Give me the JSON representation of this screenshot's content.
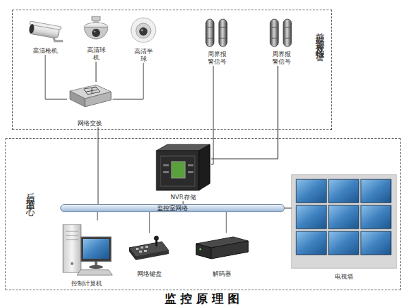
{
  "diagram": {
    "caption": "监 控 原 理 图",
    "nodes": [
      {
        "text": [
          "前端监控及报警"
        ]
      },
      {
        "text": [
          "高清枪机"
        ],
        "in": 0
      },
      {
        "text": [
          "高清球 机"
        ],
        "in": 0
      },
      {
        "text": [
          "高清半 球"
        ],
        "in": 0
      },
      {
        "text": [
          "周界报 警信号"
        ],
        "in": 0
      },
      {
        "text": [
          "周界报 警信号"
        ],
        "in": 0
      },
      {
        "text": [
          "网络交换"
        ],
        "in": 0
      },
      {
        "text": [
          "后端监中心"
        ]
      },
      {
        "text": [
          "NVR存储"
        ],
        "in": 7
      },
      {
        "text": [
          "监控室网络"
        ],
        "in": 7
      },
      {
        "text": [
          "控制计算机"
        ],
        "in": 7
      },
      {
        "text": [
          "网络键盘"
        ],
        "in": 7
      },
      {
        "text": [
          "解码器"
        ],
        "in": 7
      },
      {
        "text": [
          "电视墙"
        ],
        "in": 7
      }
    ],
    "edges": [
      {
        "from": 1,
        "to": 6,
        "arrow": "none"
      },
      {
        "from": 2,
        "to": 6,
        "arrow": "none"
      },
      {
        "from": 3,
        "to": 6,
        "arrow": "none"
      },
      {
        "from": 6,
        "to": 9,
        "arrow": "none"
      },
      {
        "from": 4,
        "to": 8,
        "arrow": "none"
      },
      {
        "from": 5,
        "to": 8,
        "arrow": "none"
      },
      {
        "from": 8,
        "to": 9,
        "arrow": "none"
      },
      {
        "from": 10,
        "to": 9,
        "arrow": "none"
      },
      {
        "from": 11,
        "to": 9,
        "arrow": "none"
      },
      {
        "from": 12,
        "to": 9,
        "arrow": "none"
      },
      {
        "from": 9,
        "to": 13,
        "arrow": "none"
      }
    ]
  }
}
